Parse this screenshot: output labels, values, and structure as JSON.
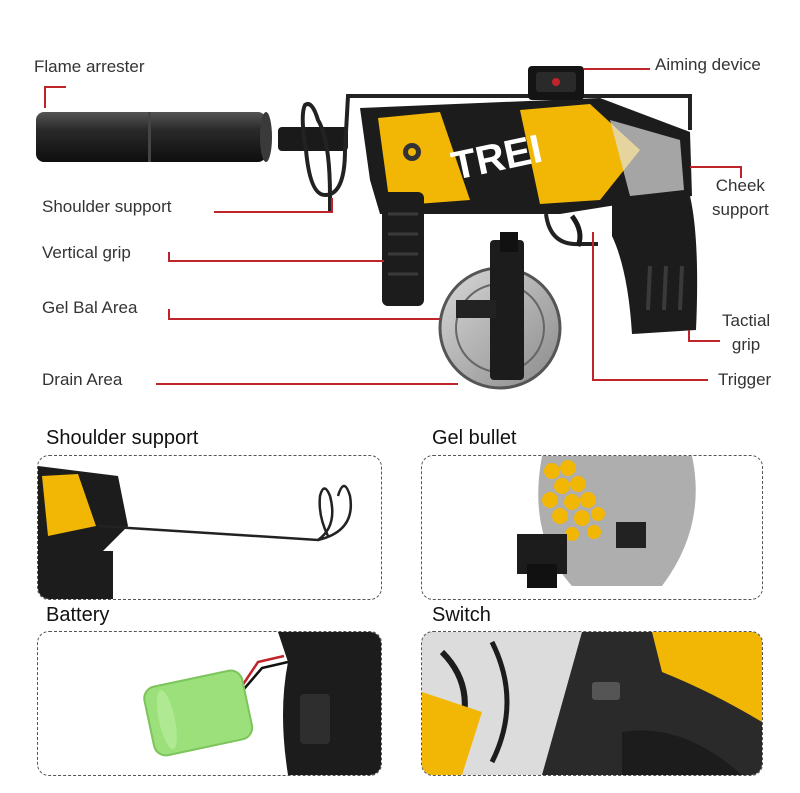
{
  "callouts": {
    "flame_arrester": "Flame arrester",
    "aiming_device": "Aiming device",
    "shoulder_support": "Shoulder support",
    "cheek_support_line1": "Cheek",
    "cheek_support_line2": "support",
    "vertical_grip": "Vertical grip",
    "gel_ball_area": "Gel Bal Area",
    "tactial_grip_line1": "Tactial",
    "tactial_grip_line2": "grip",
    "drain_area": "Drain Area",
    "trigger": "Trigger"
  },
  "panels": {
    "shoulder_support": "Shoulder support",
    "gel_bullet": "Gel bullet",
    "battery": "Battery",
    "switch": "Switch"
  },
  "colors": {
    "leader_line": "#c0242b",
    "accent_yellow": "#f2b705",
    "gun_black": "#1c1c1c",
    "battery_green": "#9be07a"
  }
}
